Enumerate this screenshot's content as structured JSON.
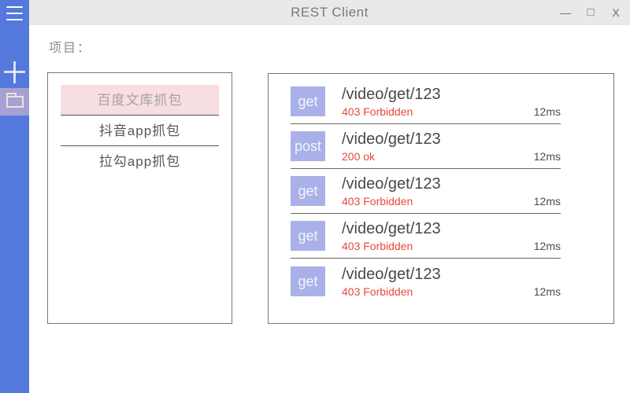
{
  "window": {
    "title": "REST Client",
    "controls": {
      "minimize": "—",
      "maximize": "□",
      "close": "X"
    }
  },
  "sidebar": {
    "icons": [
      "menu-icon",
      "plus-icon",
      "folder-icon"
    ]
  },
  "main": {
    "projects_label": "项目：",
    "projects": [
      {
        "name": "百度文库抓包",
        "selected": true
      },
      {
        "name": "抖音app抓包",
        "selected": false
      },
      {
        "name": "拉勾app抓包",
        "selected": false
      }
    ],
    "requests": [
      {
        "method": "get",
        "path": "/video/get/123",
        "status": "403 Forbidden",
        "time": "12ms"
      },
      {
        "method": "post",
        "path": "/video/get/123",
        "status": "200 ok",
        "time": "12ms"
      },
      {
        "method": "get",
        "path": "/video/get/123",
        "status": "403 Forbidden",
        "time": "12ms"
      },
      {
        "method": "get",
        "path": "/video/get/123",
        "status": "403 Forbidden",
        "time": "12ms"
      },
      {
        "method": "get",
        "path": "/video/get/123",
        "status": "403 Forbidden",
        "time": "12ms"
      }
    ]
  },
  "colors": {
    "accent": "#5478db",
    "rail_selected": "#a5a2d2",
    "badge": "#a9b1e8",
    "selected_pink": "#f7dee1",
    "status_red": "#e8483d"
  }
}
